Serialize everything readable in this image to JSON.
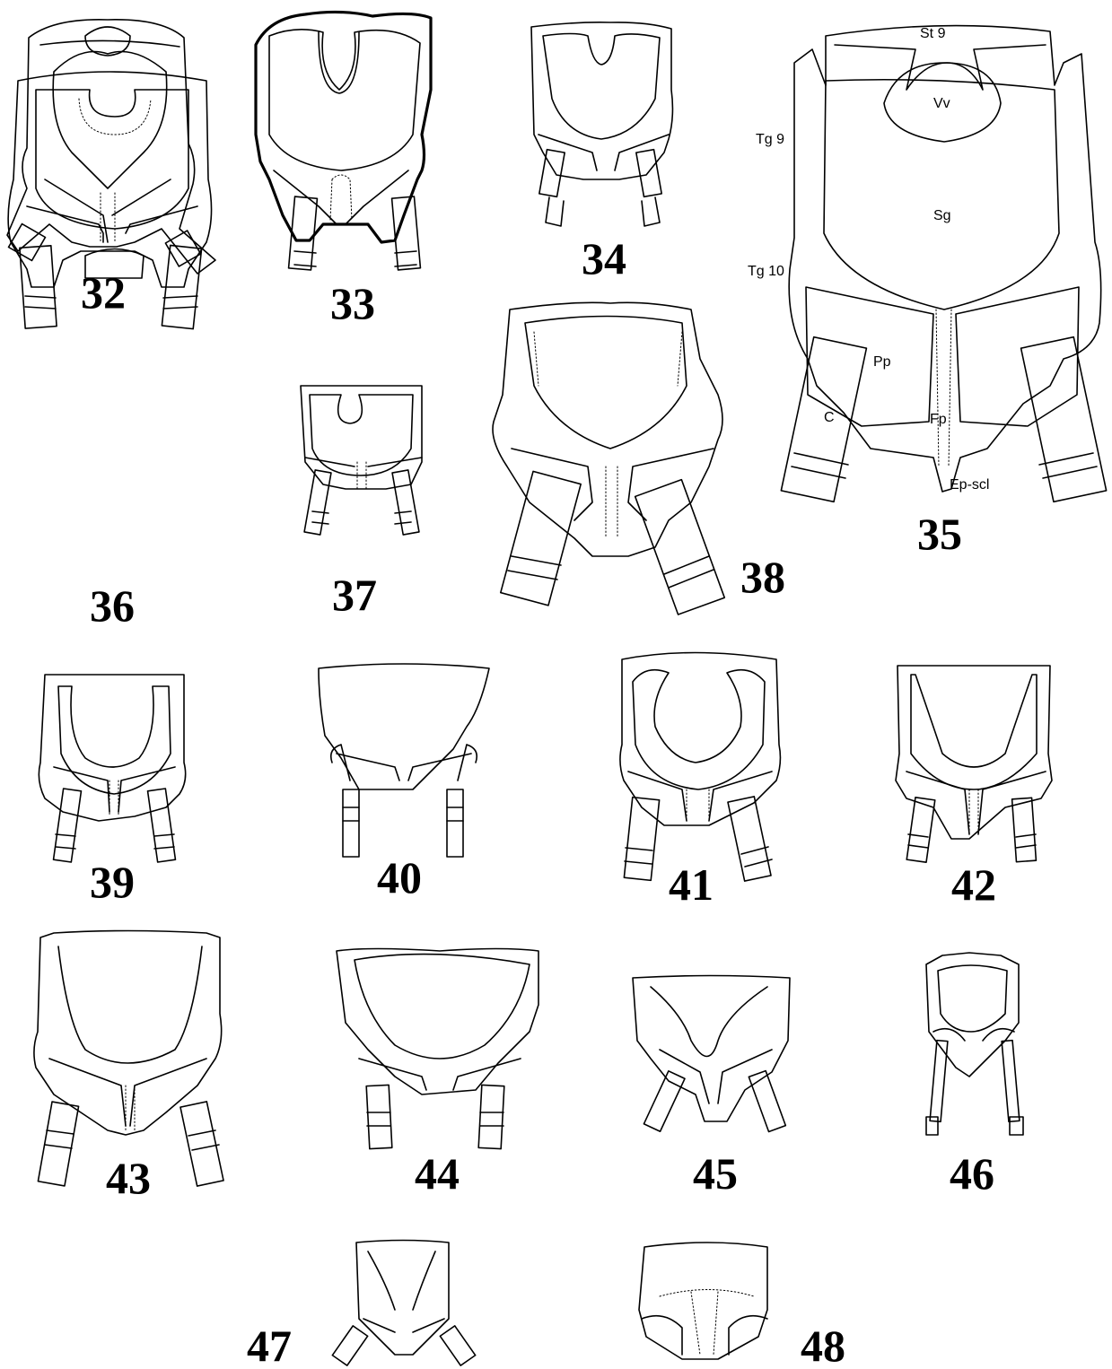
{
  "figures": [
    {
      "id": "fig-32",
      "number": "32"
    },
    {
      "id": "fig-33",
      "number": "33"
    },
    {
      "id": "fig-34",
      "number": "34"
    },
    {
      "id": "fig-35",
      "number": "35"
    },
    {
      "id": "fig-36",
      "number": "36"
    },
    {
      "id": "fig-37",
      "number": "37"
    },
    {
      "id": "fig-38",
      "number": "38"
    },
    {
      "id": "fig-39",
      "number": "39"
    },
    {
      "id": "fig-40",
      "number": "40"
    },
    {
      "id": "fig-41",
      "number": "41"
    },
    {
      "id": "fig-42",
      "number": "42"
    },
    {
      "id": "fig-43",
      "number": "43"
    },
    {
      "id": "fig-44",
      "number": "44"
    },
    {
      "id": "fig-45",
      "number": "45"
    },
    {
      "id": "fig-46",
      "number": "46"
    },
    {
      "id": "fig-47",
      "number": "47"
    },
    {
      "id": "fig-48",
      "number": "48"
    }
  ],
  "labels_fig35": {
    "st9": "St 9",
    "vv": "Vv",
    "tg9": "Tg 9",
    "sg": "Sg",
    "tg10": "Tg 10",
    "pp": "Pp",
    "c": "C",
    "fp": "Fp",
    "epscl": "Ep-scl"
  }
}
